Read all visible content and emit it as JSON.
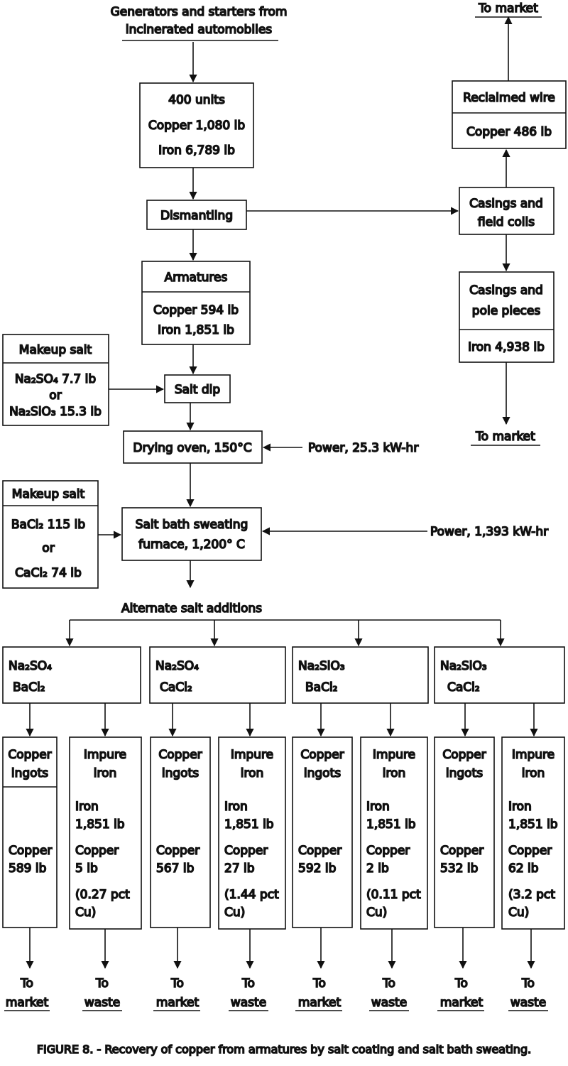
{
  "source": {
    "line1": "Generators and starters from",
    "line2": "incinerated automobiles"
  },
  "input_box": {
    "line1": "400 units",
    "line2": "Copper 1,080 lb",
    "line3": "Iron 6,789 lb"
  },
  "dismantling": "Dismantling",
  "armatures": {
    "header": "Armatures",
    "line1": "Copper 594 lb",
    "line2": "Iron 1,851 lb"
  },
  "casings_field": {
    "line1": "Casings and",
    "line2": "field coils"
  },
  "reclaimed_wire": {
    "header": "Reclaimed wire",
    "line1": "Copper 486 lb"
  },
  "casings_pole": {
    "line1": "Casings and",
    "line2": "pole pieces",
    "line3": "Iron 4,938 lb"
  },
  "to_market_top": "To market",
  "to_market_right": "To market",
  "makeup1": {
    "header": "Makeup salt",
    "line1": "Na₂SO₄  7.7 lb",
    "line2": "or",
    "line3": "Na₂SiO₃ 15.3 lb"
  },
  "salt_dip": "Salt dip",
  "drying_oven": "Drying oven, 150°C",
  "power1": "Power, 25.3 kW-hr",
  "makeup2": {
    "header": "Makeup salt",
    "line1": "BaCl₂ 115 lb",
    "line2": "or",
    "line3": "CaCl₂ 74 lb"
  },
  "furnace": {
    "line1": "Salt bath sweating",
    "line2": "furnace, 1,200° C"
  },
  "power2": "Power, 1,393 kW-hr",
  "alternate": "Alternate salt additions",
  "salts": [
    {
      "line1": "Na₂SO₄",
      "line2": "BaCl₂"
    },
    {
      "line1": "Na₂SO₄",
      "line2": "CaCl₂"
    },
    {
      "line1": "Na₂SiO₃",
      "line2": "BaCl₂"
    },
    {
      "line1": "Na₂SiO₃",
      "line2": "CaCl₂"
    }
  ],
  "products": [
    {
      "h1": "Copper",
      "h2": "ingots",
      "lines": [
        "Copper",
        "589 lb"
      ],
      "dest1": "To",
      "dest2": "market"
    },
    {
      "h1": "Impure",
      "h2": "iron",
      "lines": [
        "Iron",
        "1,851 lb",
        "Copper",
        "5 lb",
        "(0.27 pct",
        "Cu)"
      ],
      "dest1": "To",
      "dest2": "waste"
    },
    {
      "h1": "Copper",
      "h2": "ingots",
      "lines": [
        "Copper",
        "567 lb"
      ],
      "dest1": "To",
      "dest2": "market"
    },
    {
      "h1": "Impure",
      "h2": "iron",
      "lines": [
        "Iron",
        "1,851 lb",
        "Copper",
        "27 lb",
        "(1.44 pct",
        "Cu)"
      ],
      "dest1": "To",
      "dest2": "waste"
    },
    {
      "h1": "Copper",
      "h2": "ingots",
      "lines": [
        "Copper",
        "592 lb"
      ],
      "dest1": "To",
      "dest2": "market"
    },
    {
      "h1": "Impure",
      "h2": "iron",
      "lines": [
        "Iron",
        "1,851 lb",
        "Copper",
        "2 lb",
        "(0.11 pct",
        "Cu)"
      ],
      "dest1": "To",
      "dest2": "waste"
    },
    {
      "h1": "Copper",
      "h2": "ingots",
      "lines": [
        "Copper",
        "532 lb"
      ],
      "dest1": "To",
      "dest2": "market"
    },
    {
      "h1": "Impure",
      "h2": "iron",
      "lines": [
        "Iron",
        "1,851 lb",
        "Copper",
        "62 lb",
        "(3.2 pct",
        "Cu)"
      ],
      "dest1": "To",
      "dest2": "waste"
    }
  ],
  "caption": "FIGURE 8. - Recovery of copper from armatures by salt coating and salt bath sweating."
}
